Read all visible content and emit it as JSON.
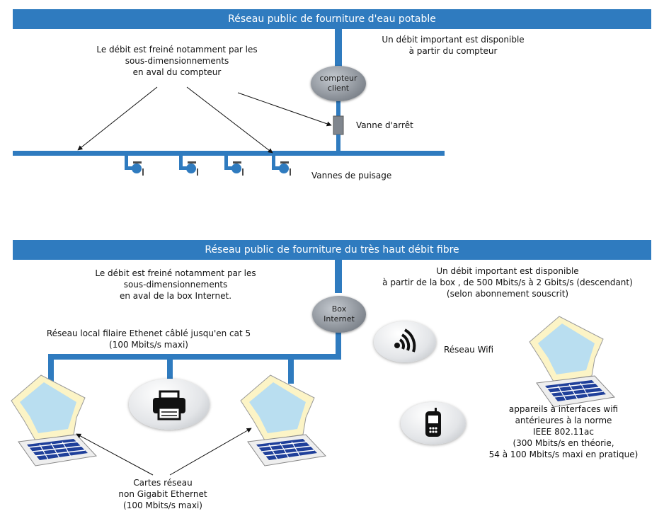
{
  "water": {
    "banner": "Réseau public  de fourniture d'eau potable",
    "left_note": [
      "Le débit est freiné notamment  par les",
      "sous-dimensionnements",
      "en aval du compteur"
    ],
    "right_note": [
      "Un débit important est disponible",
      "à partir du  compteur"
    ],
    "meter": [
      "compteur",
      "client"
    ],
    "valve_label": "Vanne d'arrêt",
    "taps_label": "Vannes de puisage"
  },
  "fiber": {
    "banner": "Réseau  public  de fourniture du très haut débit fibre",
    "left_note": [
      "Le débit est freiné notamment  par les",
      "sous-dimensionnements",
      "en aval de la box Internet."
    ],
    "right_note": [
      "Un débit important est disponible",
      "à partir de la box , de 500 Mbits/s à 2 Gbits/s (descendant)",
      "(selon abonnement souscrit)"
    ],
    "box": [
      "Box",
      "Internet"
    ],
    "lan_note": [
      "Réseau local filaire Ethenet  câblé jusqu'en cat 5",
      "(100 Mbits/s maxi)"
    ],
    "wifi_label": "Réseau Wifi",
    "wifi_devices_note": [
      "appareils à interfaces wifi",
      "antérieures à la norme",
      "IEEE 802.11ac",
      "(300  Mbits/s en théorie,",
      "54 à 100 Mbits/s maxi en pratique)"
    ],
    "cards_note": [
      "Cartes réseau",
      "non Gigabit Ethernet",
      "(100 Mbits/s maxi)"
    ]
  },
  "colors": {
    "pipe": "#2f7bbf",
    "node": "#8d9299",
    "bubble": "#e6e8eb",
    "screen": "#b9def0",
    "keyboard": "#1f3f9a"
  },
  "icons": [
    "faucet-icon",
    "printer-icon",
    "wifi-icon",
    "mobile-phone-icon",
    "laptop-icon"
  ]
}
